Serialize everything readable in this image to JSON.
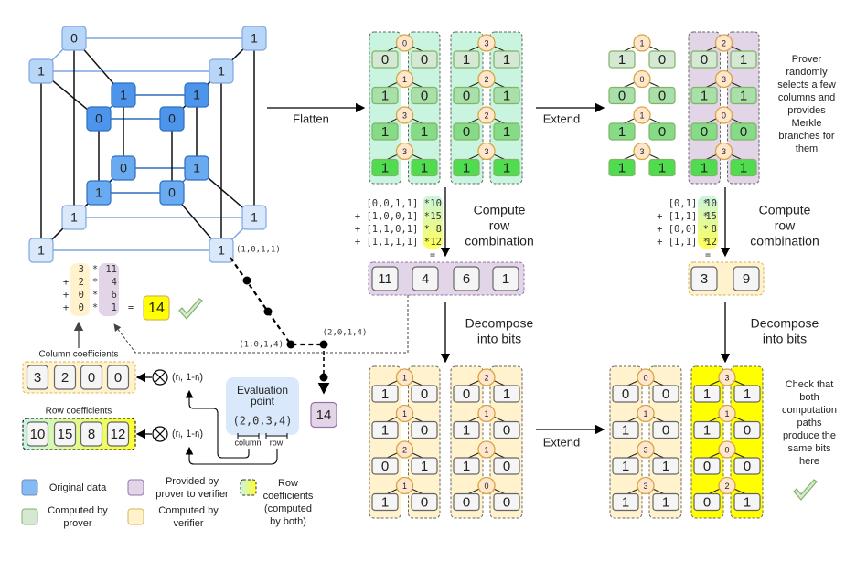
{
  "colors": {
    "original_outer": "#dae8fc",
    "original_outer_light": "#e6f0fd",
    "original_inner": "#5fa4ee",
    "prover": "#d5e8d4",
    "provided": "#e1d5e7",
    "verifier": "#fff2cc",
    "highlight": "#ffff00",
    "node": "#ffe6cc"
  },
  "tesseract": {
    "outer": [
      "0",
      "1",
      "1",
      "1",
      "1",
      "1",
      "1",
      "1"
    ],
    "inner": [
      "1",
      "1",
      "0",
      "0",
      "0",
      "1",
      "1",
      "0"
    ],
    "corner_label": "(1,0,1,1)"
  },
  "labels": {
    "flatten": "Flatten",
    "extend_top": "Extend",
    "extend_bottom": "Extend",
    "compute_row_1": "Compute",
    "compute_row_2": "row",
    "compute_row_3": "combination",
    "compute_row_b1": "Compute",
    "compute_row_b2": "row",
    "compute_row_b3": "combination",
    "decompose_1": "Decompose",
    "decompose_2": "into bits",
    "decompose_b1": "Decompose",
    "decompose_b2": "into bits"
  },
  "prover_note": [
    "Prover",
    "randomly",
    "selects a few",
    "columns and",
    "provides",
    "Merkle",
    "branches for",
    "them"
  ],
  "check_note": [
    "Check that",
    "both",
    "computation",
    "paths",
    "produce the",
    "same bits",
    "here"
  ],
  "flattened": {
    "groups": [
      [
        [
          "0",
          "0",
          "0"
        ],
        [
          "1",
          "1",
          "0"
        ],
        [
          "3",
          "1",
          "1"
        ],
        [
          "3",
          "1",
          "1"
        ]
      ],
      [
        [
          "3",
          "1",
          "1"
        ],
        [
          "2",
          "0",
          "1"
        ],
        [
          "2",
          "0",
          "1"
        ],
        [
          "3",
          "1",
          "1"
        ]
      ]
    ]
  },
  "extended": {
    "groups": [
      [
        [
          "1",
          "1",
          "0"
        ],
        [
          "0",
          "0",
          "0"
        ],
        [
          "1",
          "1",
          "0"
        ],
        [
          "3",
          "1",
          "1"
        ]
      ],
      [
        [
          "2",
          "0",
          "1"
        ],
        [
          "3",
          "1",
          "1"
        ],
        [
          "0",
          "0",
          "0"
        ],
        [
          "3",
          "1",
          "1"
        ]
      ]
    ]
  },
  "decomposed": {
    "groups": [
      [
        [
          "1",
          "1",
          "0"
        ],
        [
          "1",
          "1",
          "0"
        ],
        [
          "2",
          "0",
          "1"
        ],
        [
          "1",
          "1",
          "0"
        ]
      ],
      [
        [
          "2",
          "0",
          "1"
        ],
        [
          "1",
          "1",
          "0"
        ],
        [
          "1",
          "1",
          "0"
        ],
        [
          "0",
          "0",
          "0"
        ]
      ]
    ]
  },
  "decomposed_extended": {
    "groups": [
      [
        [
          "0",
          "0",
          "0"
        ],
        [
          "1",
          "1",
          "0"
        ],
        [
          "3",
          "1",
          "1"
        ],
        [
          "3",
          "1",
          "1"
        ]
      ],
      [
        [
          "3",
          "1",
          "1"
        ],
        [
          "1",
          "1",
          "0"
        ],
        [
          "0",
          "0",
          "0"
        ],
        [
          "2",
          "0",
          "1"
        ]
      ]
    ]
  },
  "row_combination": {
    "rows": [
      "[0,0,1,1] *",
      "+ [1,0,0,1] *",
      "+ [1,1,0,1] *",
      "+ [1,1,1,1] *"
    ],
    "coeffs": [
      "10",
      "15",
      "8",
      "12"
    ],
    "equals": "=",
    "result": [
      "11",
      "4",
      "6",
      "1"
    ]
  },
  "row_combination_ext": {
    "rows": [
      "[0,1] *",
      "+ [1,1] *",
      "+ [0,0] *",
      "+ [1,1] *"
    ],
    "coeffs": [
      "10",
      "15",
      "8",
      "12"
    ],
    "equals": "=",
    "result": [
      "3",
      "9"
    ]
  },
  "check_formula": {
    "col": [
      "3",
      "2",
      "0",
      "0"
    ],
    "row": [
      "11",
      "4",
      "6",
      "1"
    ],
    "ops": [
      "",
      "+",
      "+",
      "+"
    ],
    "star": "*",
    "equals": "=",
    "result": "14"
  },
  "path_points": {
    "p1": "(1,0,1,4)",
    "p2": "(2,0,1,4)",
    "value": "14"
  },
  "column_coefficients": {
    "label": "Column coefficients",
    "values": [
      "3",
      "2",
      "0",
      "0"
    ],
    "formula": "(rᵢ, 1-rᵢ)"
  },
  "row_coefficients": {
    "label": "Row coefficients",
    "values": [
      "10",
      "15",
      "8",
      "12"
    ],
    "formula": "(rᵢ, 1-rᵢ)"
  },
  "evaluation": {
    "title_1": "Evaluation",
    "title_2": "point",
    "point": "(2,0,3,4)",
    "column": "column",
    "row": "row"
  },
  "legend": {
    "original": "Original data",
    "prover": [
      "Computed by",
      "prover"
    ],
    "provided": [
      "Provided by",
      "prover to verifier"
    ],
    "verifier": [
      "Computed by",
      "verifier"
    ],
    "rowcoef": [
      "Row",
      "coefficients",
      "(computed",
      "by both)"
    ]
  }
}
